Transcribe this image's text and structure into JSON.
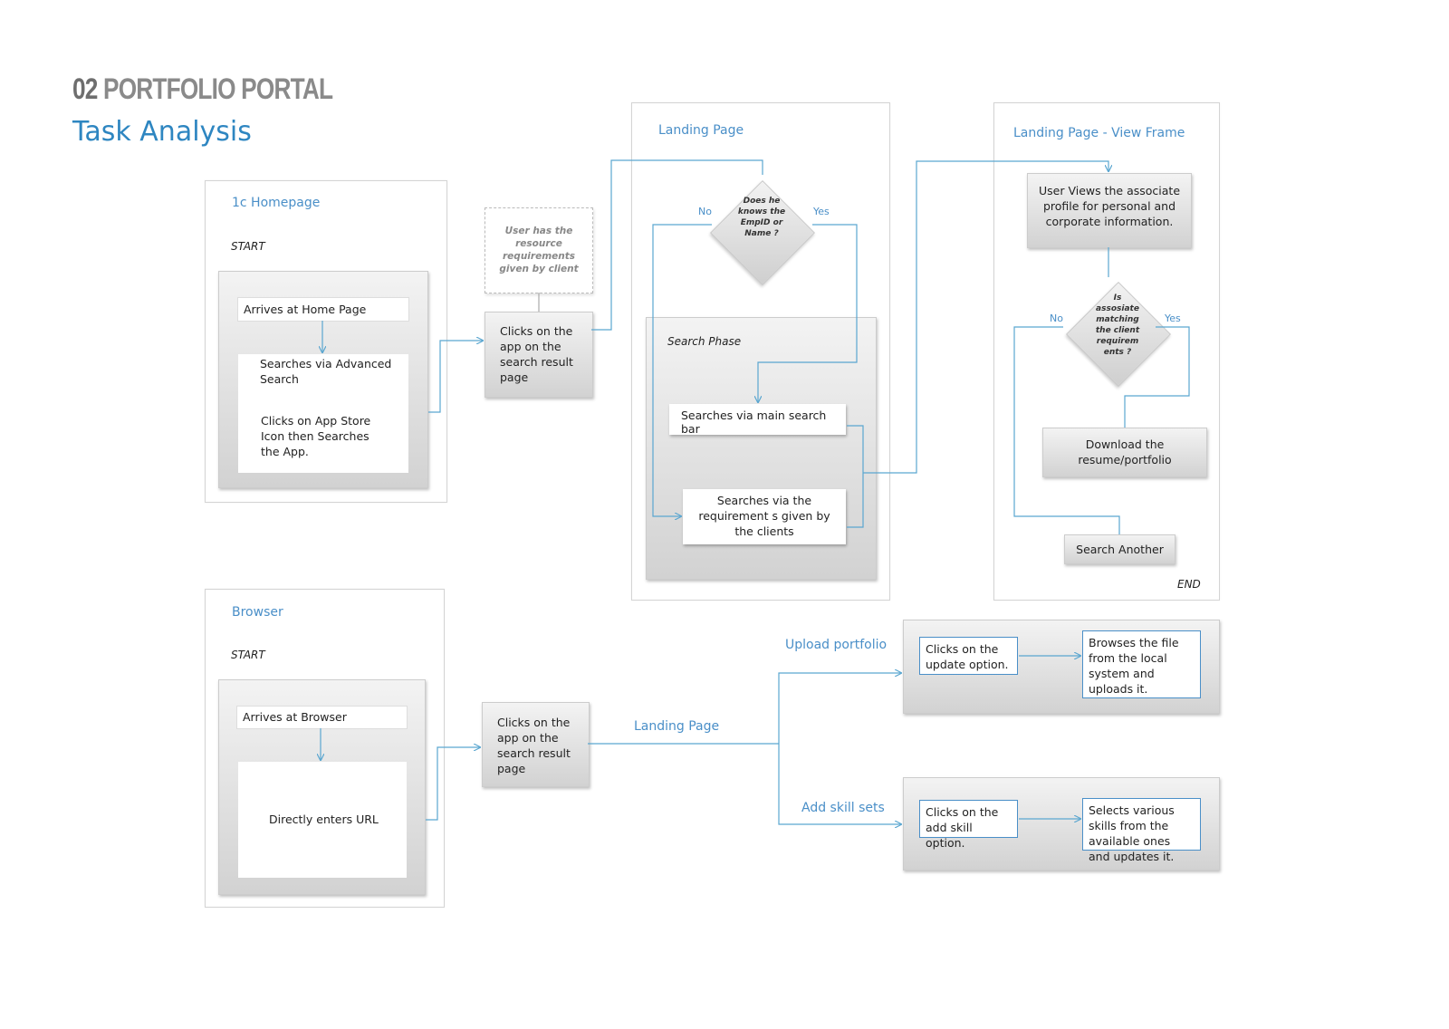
{
  "header": {
    "number": "02",
    "title": "PORTFOLIO PORTAL",
    "subtitle": "Task Analysis"
  },
  "homepage_frame": {
    "title": "1c Homepage",
    "start": "START",
    "step1": "Arrives at Home Page",
    "step2": "Searches via Advanced Search",
    "step3": "Clicks on App Store Icon then Searches the App."
  },
  "condition_note": "User has the resource requirements  given by client",
  "clicks_app_top": "Clicks on the app on the search result page",
  "landing_frame": {
    "title": "Landing Page",
    "decision": "Does he knows the EmpID or Name ?",
    "no": "No",
    "yes": "Yes",
    "phase": "Search Phase",
    "main_search": "Searches via main search bar",
    "req_search": "Searches via the requirement s given by the clients"
  },
  "view_frame": {
    "title": "Landing Page -  View Frame",
    "views": "User Views the associate profile for personal and corporate information.",
    "decision": "Is assosiate matching the client requirem ents ?",
    "no": "No",
    "yes": "Yes",
    "download": "Download the resume/portfolio",
    "search_another": "Search Another",
    "end": "END"
  },
  "browser_frame": {
    "title": "Browser",
    "start": "START",
    "step1": "Arrives at Browser",
    "step2": "Directly enters URL"
  },
  "clicks_app_bottom": "Clicks on the app on the search result page",
  "landing_label": "Landing Page",
  "upload": {
    "label": "Upload portfolio",
    "step1": "Clicks on the update option.",
    "step2": "Browses the file from the local system and uploads it."
  },
  "skills": {
    "label": "Add skill sets",
    "step1": "Clicks on the add skill option.",
    "step2": "Selects various skills from the available ones and updates it."
  },
  "colors": {
    "accent": "#2e86c1",
    "connector": "#5aa6d0",
    "heading_gray": "#8a8a8a"
  }
}
